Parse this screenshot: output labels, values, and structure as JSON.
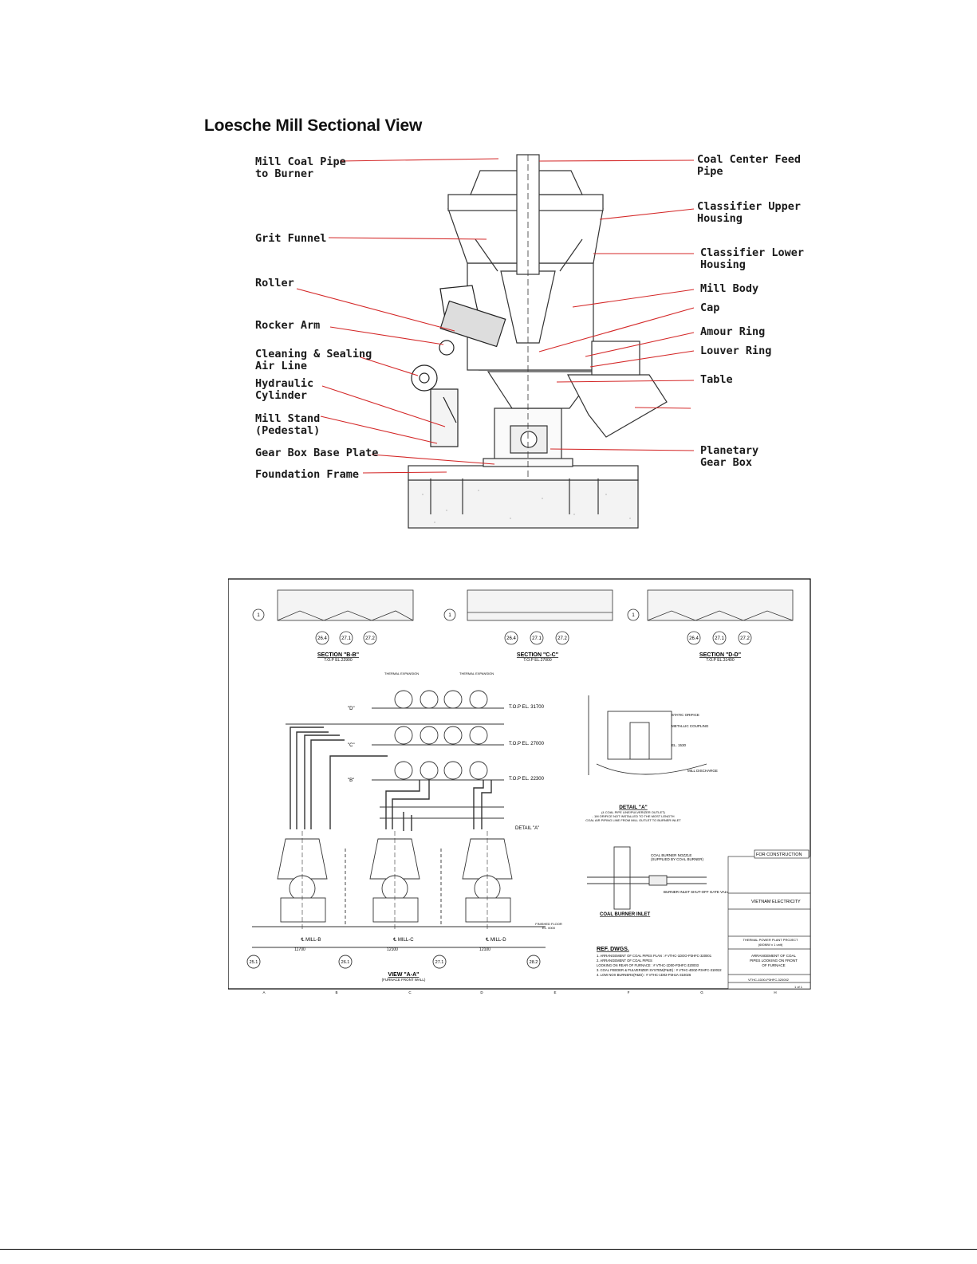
{
  "figure1": {
    "title": "Loesche Mill Sectional View",
    "labels_left": [
      {
        "l1": "Mill Coal Pipe",
        "l2": "to Burner"
      },
      {
        "l1": "Grit Funnel",
        "l2": ""
      },
      {
        "l1": "Roller",
        "l2": ""
      },
      {
        "l1": "Rocker Arm",
        "l2": ""
      },
      {
        "l1": "Cleaning & Sealing",
        "l2": "Air Line"
      },
      {
        "l1": "Hydraulic",
        "l2": "Cylinder"
      },
      {
        "l1": "Mill Stand",
        "l2": "(Pedestal)"
      },
      {
        "l1": "Gear Box Base Plate",
        "l2": ""
      },
      {
        "l1": "Foundation Frame",
        "l2": ""
      }
    ],
    "labels_right": [
      {
        "l1": "Coal Center Feed",
        "l2": "Pipe"
      },
      {
        "l1": "Classifier  Upper",
        "l2": "Housing"
      },
      {
        "l1": "Classifier  Lower",
        "l2": "Housing"
      },
      {
        "l1": "Mill Body",
        "l2": ""
      },
      {
        "l1": "Cap",
        "l2": ""
      },
      {
        "l1": "Amour Ring",
        "l2": ""
      },
      {
        "l1": "Louver Ring",
        "l2": ""
      },
      {
        "l1": "Table",
        "l2": ""
      },
      {
        "l1": "Planetary",
        "l2": "Gear Box"
      }
    ]
  },
  "figure2": {
    "sections": [
      {
        "title": "SECTION \"B-B\"",
        "sub": "T.O.P EL.22900",
        "grid": [
          "26.4",
          "27.1",
          "27.2"
        ],
        "axis": "1"
      },
      {
        "title": "SECTION \"C-C\"",
        "sub": "T.O.P EL.27000",
        "grid": [
          "26.4",
          "27.1",
          "27.2"
        ],
        "axis": "1"
      },
      {
        "title": "SECTION \"D-D\"",
        "sub": "T.O.P EL.31400",
        "grid": [
          "26.4",
          "27.1",
          "27.2"
        ],
        "axis": "1"
      }
    ],
    "levels": [
      {
        "cut": "\"D\"",
        "top": "T.O.P EL. 31700"
      },
      {
        "cut": "\"C\"",
        "top": "T.O.P EL. 27000"
      },
      {
        "cut": "\"B\"",
        "top": "T.O.P EL. 22300"
      }
    ],
    "thermal_expansion": "THERMAL EXPANSION",
    "detail_callout": "DETAIL \"A\"",
    "detail_title": "DETAIL \"A\"",
    "detail_notes": [
      "(4 COAL PIPE LINE/PULVERIZER OUTLET)",
      "- 1M ORIFICE NOT INSTALLED TO THE MOST LENGTH",
      "COAL AIR PIPING LINE FROM MILL OUTLET TO BURNER INLET"
    ],
    "detail_tags": [
      "STATIC ORIFICE",
      "METALLIC COUPLING",
      "EL. 1530",
      "MILL DISCHARGE"
    ],
    "burner_title": "COAL BURNER INLET",
    "burner_tags": [
      "COAL BURNER NOZZLE",
      "(SUPPLIED BY COAL BURNER)",
      "BURNER INLET SHUT-OFF GATE VALVE"
    ],
    "mills": [
      "℄ MILL-B",
      "℄ MILL-C",
      "℄ MILL-D"
    ],
    "mill_spacing": [
      "11700",
      "12100",
      "12100"
    ],
    "bottom_grid": [
      "25.1",
      "26.1",
      "27.1",
      "28.2"
    ],
    "finished_floor": [
      "FINISHED FLOOR",
      "EL. 0000"
    ],
    "view_title": "VIEW \"A-A\"",
    "view_sub": "(FURNACE FRONT WALL)",
    "ref_title": "REF. DWGS.",
    "ref_items": [
      "1. ARRANGEMENT OF COAL PIPES PLAN : # VTHC-1DOO-P3HFC-320001",
      "2. ARRANGEMENT OF COAL PIPES",
      "    LOOKING ON REAR OF FURNACE : # VTHC-1D00-P3HFC-320003",
      "3. COAL FEEDER & PULVERIZER SYSTEM(P&ID) : # VTHC-4D0Z-P3HFC-310022",
      "4. LOW NOX BURNERS(P&ID) : # VTHC-1D02-P3HJA-310026"
    ],
    "stamp": "FOR CONSTRUCTION",
    "owner": "VIETNAM ELECTRICITY",
    "project": [
      "THERMAL POWER PLANT PROJECT",
      "(600MW x 1 unit)"
    ],
    "drawing_title": [
      "ARRANGEMENT OF COAL",
      "PIPES LOOKING ON FRONT",
      "OF FURNACE"
    ],
    "drawing_no": "VTHC-1D00-P3HFC-320002",
    "sheet": "1 of 1",
    "col_letters": [
      "A",
      "B",
      "C",
      "D",
      "E",
      "F",
      "G",
      "H"
    ]
  }
}
